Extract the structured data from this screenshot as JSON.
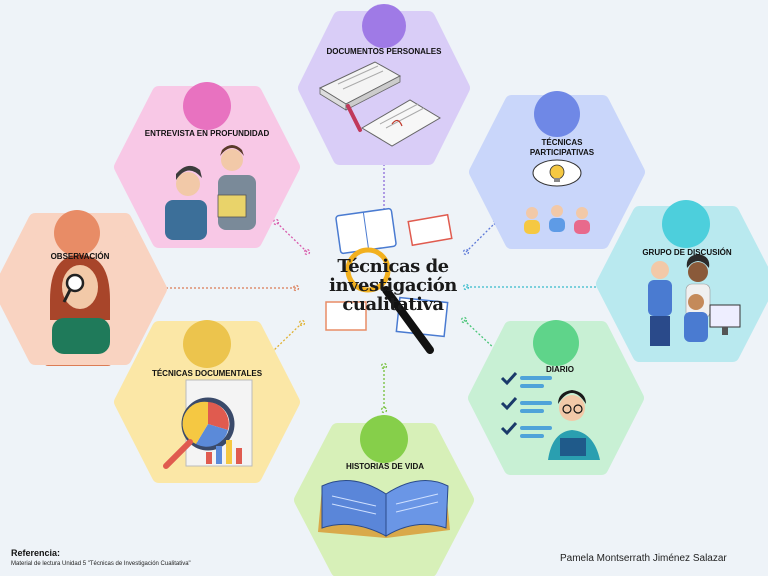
{
  "center": {
    "title_lines": [
      "Técnicas de",
      "investigación",
      "cualitativa"
    ]
  },
  "nodes": [
    {
      "key": "documentos",
      "label": "DOCUMENTOS PERSONALES",
      "colors": {
        "hex": "#d9cdf7",
        "circle": "#9f7ae6",
        "tab": "#8b6ad9"
      }
    },
    {
      "key": "entrevista",
      "label": "ENTREVISTA EN PROFUNDIDAD",
      "colors": {
        "hex": "#f8c8e6",
        "circle": "#e872c0",
        "tab": "#d85aab"
      }
    },
    {
      "key": "participativas",
      "label_lines": [
        "TÉCNICAS",
        "PARTICIPATIVAS"
      ],
      "colors": {
        "hex": "#c9d6fa",
        "circle": "#6f88e6",
        "tab": "#5e7ad8"
      }
    },
    {
      "key": "observacion",
      "label": "OBSERVACIÓN",
      "colors": {
        "hex": "#f9d3c1",
        "circle": "#e88c66",
        "tab": "#dc7c55"
      }
    },
    {
      "key": "grupo",
      "label": "GRUPO DE DISCUSIÓN",
      "colors": {
        "hex": "#b9e9ef",
        "circle": "#4dcfdc",
        "tab": "#38bccb"
      }
    },
    {
      "key": "documentales",
      "label": "TÉCNICAS DOCUMENTALES",
      "colors": {
        "hex": "#fbe7a6",
        "circle": "#ecc44d",
        "tab": "#e0b233"
      }
    },
    {
      "key": "diario",
      "label": "DIARIO",
      "colors": {
        "hex": "#c8f0d4",
        "circle": "#5fd48a",
        "tab": "#48c577"
      }
    },
    {
      "key": "historias",
      "label": "HISTORIAS DE VIDA",
      "colors": {
        "hex": "#d7f0b8",
        "circle": "#86cf4a",
        "tab": "#74bf38"
      }
    }
  ],
  "footer": {
    "ref_label": "Referencia:",
    "ref_text": "Material de lectura Unidad 5 \"Técnicas de Investigación Cualitativa\"",
    "author": "Pamela Montserrath Jiménez Salazar"
  }
}
